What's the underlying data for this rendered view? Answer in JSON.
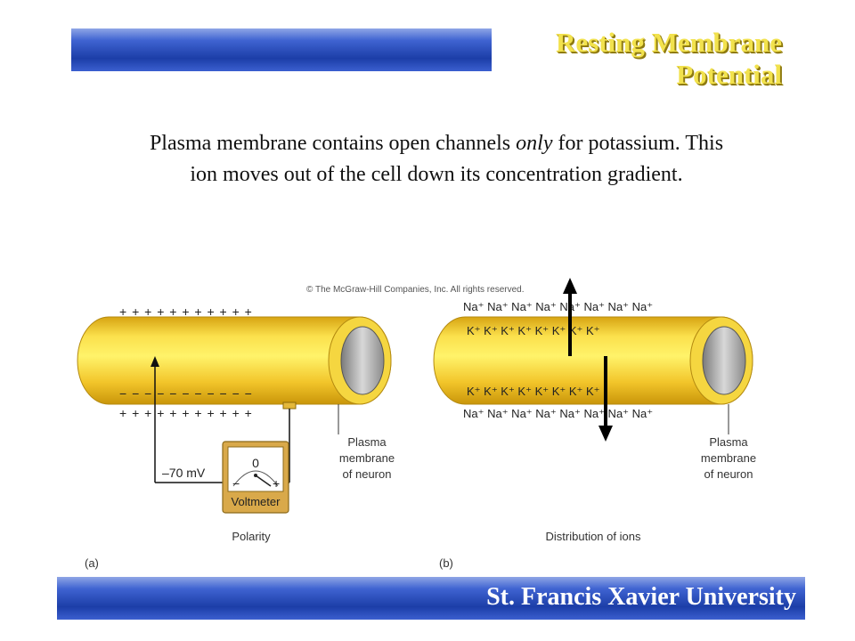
{
  "slide": {
    "title_line1": "Resting Membrane",
    "title_line2": "Potential",
    "body_before": "Plasma membrane contains open channels ",
    "body_emph": "only",
    "body_after": " for potassium. This ion moves out of the cell down its concentration gradient.",
    "footer": "St. Francis Xavier University"
  },
  "figure": {
    "copyright": "© The McGraw-Hill Companies, Inc. All rights reserved.",
    "panel_a": {
      "plus": "+ + + + + + + + + + +",
      "minus_top": "− − − − − − − − − − −",
      "minus_bottom": "− − − − − − − − − − −",
      "plus_bottom": "+ + + + + + + + + + +",
      "reading": "–70 mV",
      "dial_zero": "0",
      "dial_minus": "−",
      "dial_plus": "+",
      "meter_label": "Voltmeter",
      "membrane_line1": "Plasma",
      "membrane_line2": "membrane",
      "membrane_line3": "of neuron",
      "caption": "Polarity",
      "letter": "(a)"
    },
    "panel_b": {
      "na_row": "Na⁺ Na⁺ Na⁺ Na⁺ Na⁺ Na⁺ Na⁺ Na⁺",
      "k_row": "K⁺   K⁺   K⁺   K⁺   K⁺   K⁺   K⁺   K⁺",
      "membrane_line1": "Plasma",
      "membrane_line2": "membrane",
      "membrane_line3": "of neuron",
      "caption": "Distribution of ions",
      "letter": "(b)"
    },
    "colors": {
      "cylinder_light": "#fff36a",
      "cylinder_dark": "#c9950a",
      "bar": "#2a4cc0",
      "title": "#f2e24d"
    }
  }
}
